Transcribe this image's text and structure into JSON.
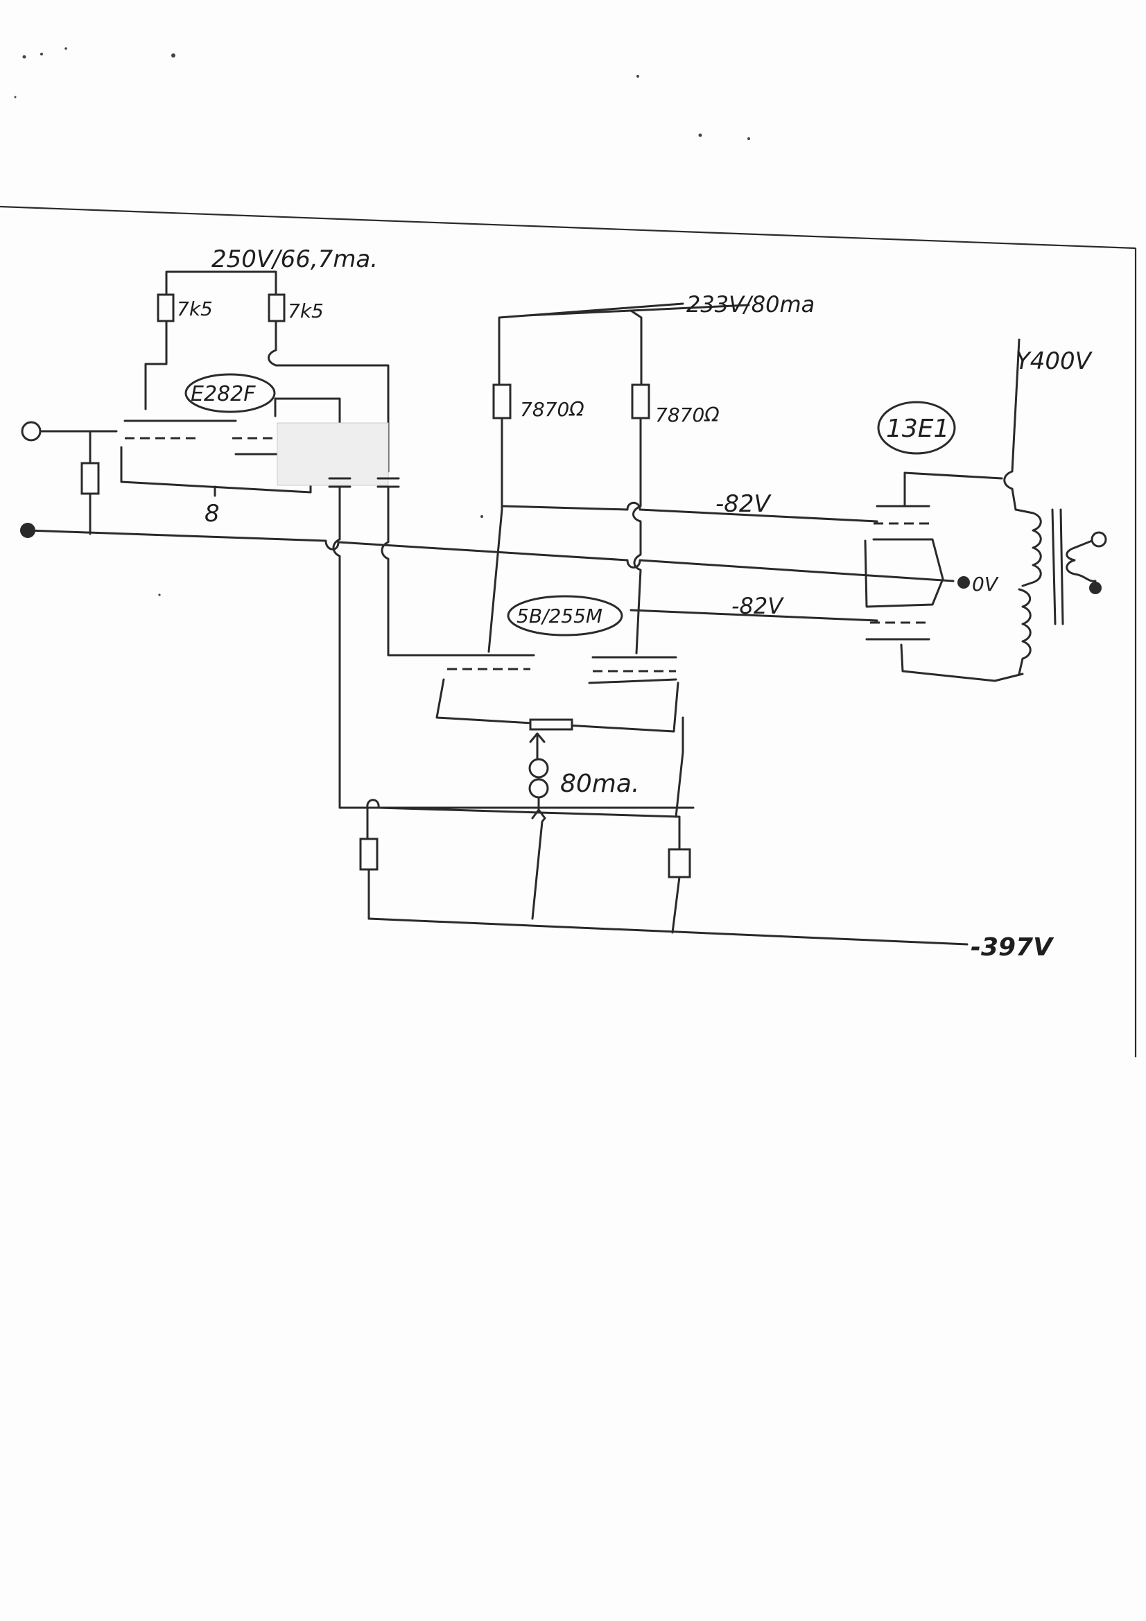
{
  "labels": {
    "supply_top_left": "250V/66,7ma.",
    "resistor_left_1": "7k5",
    "resistor_left_2": "7k5",
    "tube_left": "E282F",
    "cathode_value": "8",
    "supply_top_mid": "233V/80ma",
    "resistor_mid_1": "7870Ω",
    "resistor_mid_2": "7870Ω",
    "tube_output": "13E1",
    "supply_right": "Y400V",
    "bias_upper": "-82V",
    "ground_label": "0V",
    "tube_mid": "5B/255M",
    "bias_lower": "-82V",
    "current_source": "80ma.",
    "supply_negative": "-397V"
  },
  "colors": {
    "ink": "#2a2a2a",
    "paper": "#fdfdfd"
  }
}
